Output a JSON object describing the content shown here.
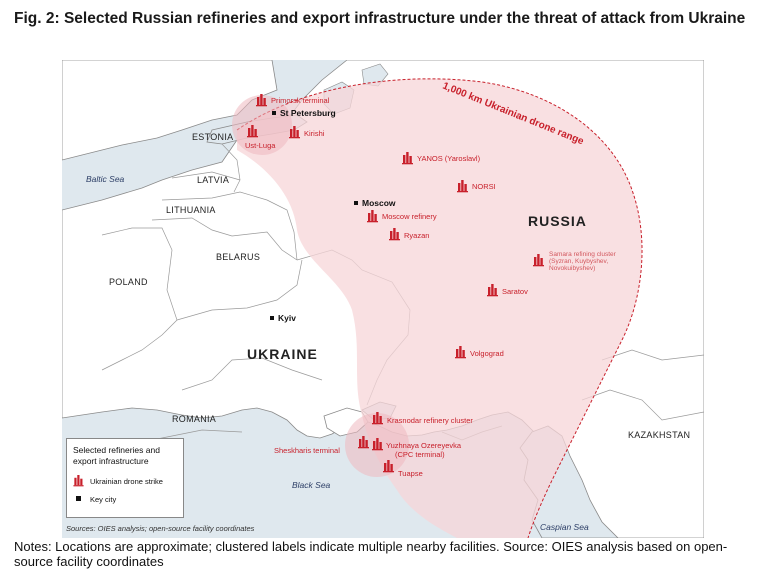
{
  "title": "Fig. 2: Selected Russian refineries and export infrastructure under the threat of attack from Ukraine",
  "map": {
    "range_label": "1,000 km Ukrainian drone range",
    "countries": {
      "russia": "RUSSIA",
      "ukraine": "UKRAINE",
      "estonia": "ESTONIA",
      "latvia": "LATVIA",
      "lithuania": "LITHUANIA",
      "belarus": "BELARUS",
      "poland": "POLAND",
      "romania": "ROMANIA",
      "kazakhstan": "KAZAKHSTAN"
    },
    "seas": {
      "baltic": "Baltic Sea",
      "black": "Black Sea",
      "caspian": "Caspian Sea"
    },
    "cities": {
      "st_petersburg": "St Petersburg",
      "moscow": "Moscow",
      "kyiv": "Kyiv"
    },
    "facilities": {
      "primorsk": "Primorsk terminal",
      "ust_luga": "Ust-Luga",
      "kirishi": "Kirishi",
      "yanos": "YANOS (Yaroslavl)",
      "norsi": "NORSI",
      "moscow_refinery": "Moscow refinery",
      "ryazan": "Ryazan",
      "samara_1": "Samara refining cluster",
      "samara_2": "(Syzran, Kuybyshev,",
      "samara_3": "Novokuibyshev)",
      "saratov": "Saratov",
      "volgograd": "Volgograd",
      "krasnodar": "Krasnodar refinery cluster",
      "yuzhnaya_1": "Yuzhnaya Ozereyevka",
      "yuzhnaya_2": "(CPC terminal)",
      "sheskharis": "Sheskharis terminal",
      "tuapse": "Tuapse"
    }
  },
  "legend": {
    "title": "Selected refineries and export infrastructure",
    "strike": "Ukrainian drone strike",
    "city": "Key city"
  },
  "sources": "Sources: OIES analysis; open-source facility coordinates",
  "notes": "Notes: Locations are approximate; clustered labels indicate multiple nearby facilities. Source: OIES analysis based on open-source facility coordinates",
  "colors": {
    "strike": "#c8202b",
    "range_fill": "#f7d5d8",
    "land": "#ffffff",
    "water": "#dfe8ee",
    "border": "#8a8a8a"
  }
}
